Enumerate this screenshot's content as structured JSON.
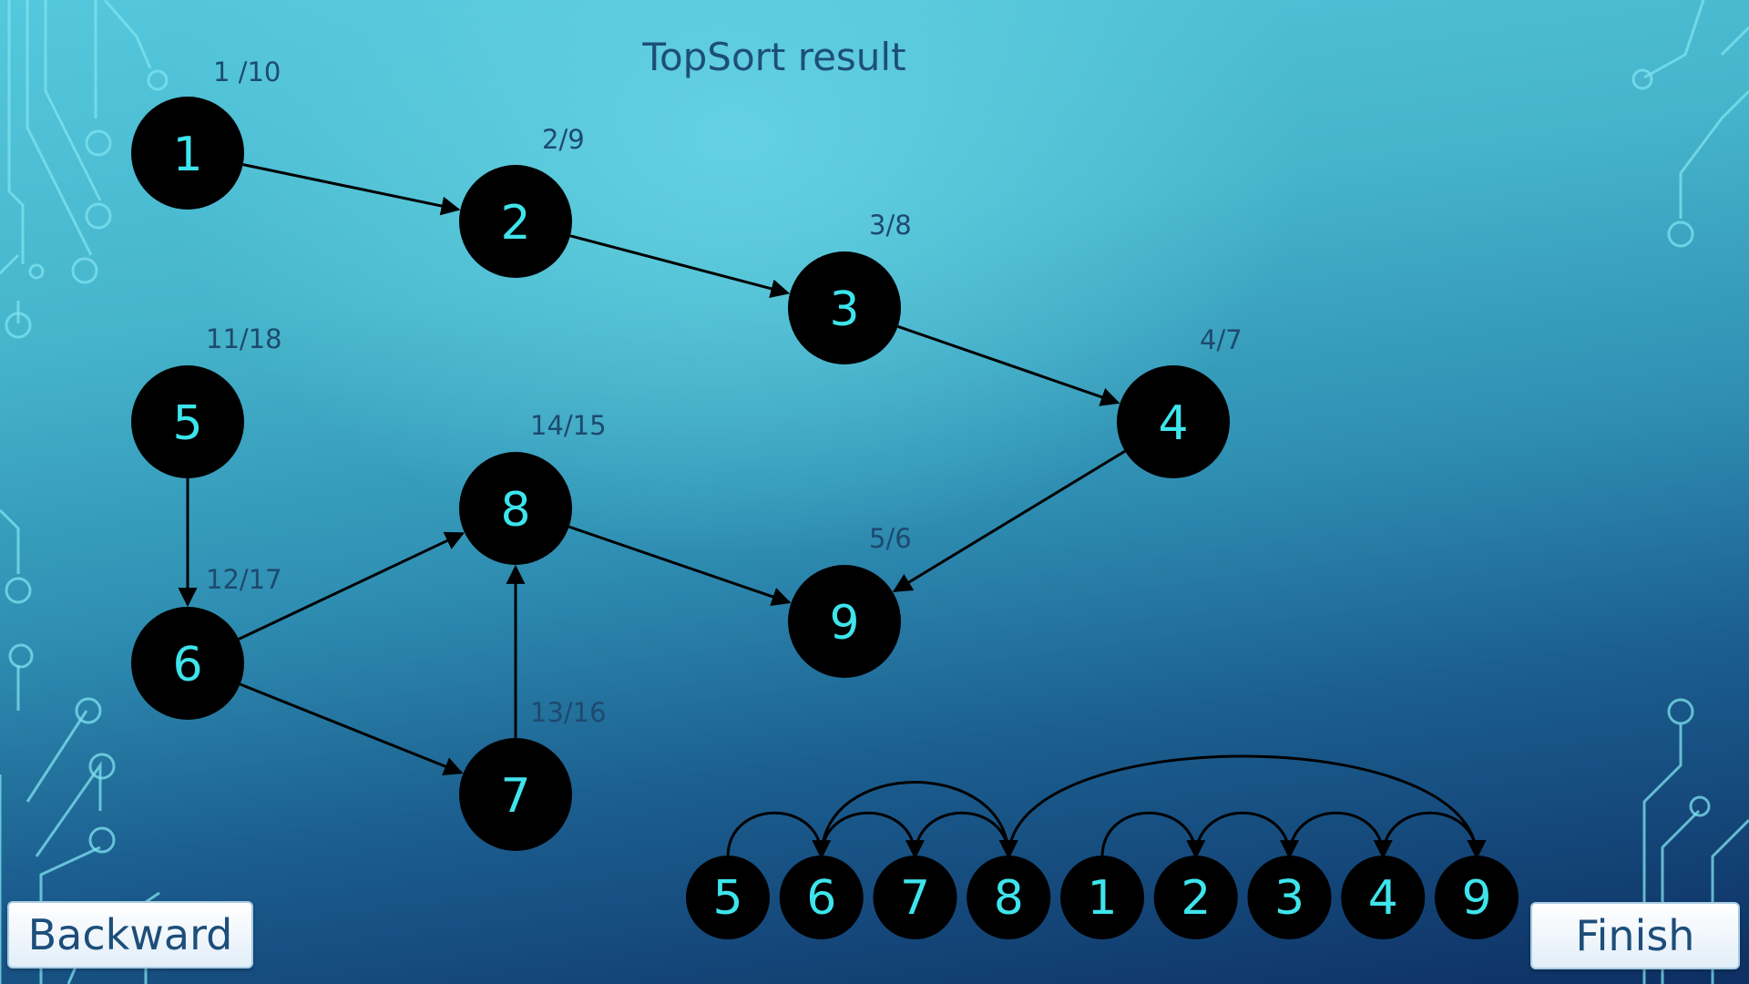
{
  "title": "TopSort result",
  "colors": {
    "node_fill": "#000000",
    "node_text": "#3ee4ec",
    "edge": "#000000",
    "time_label": "#1d4a6e",
    "title": "#1d4e7a",
    "circuit": "#7fe3ef"
  },
  "graph": {
    "nodes": [
      {
        "id": "1",
        "label": "1",
        "times": "1 /10"
      },
      {
        "id": "2",
        "label": "2",
        "times": "2/9"
      },
      {
        "id": "3",
        "label": "3",
        "times": "3/8"
      },
      {
        "id": "4",
        "label": "4",
        "times": "4/7"
      },
      {
        "id": "5",
        "label": "5",
        "times": "11/18"
      },
      {
        "id": "6",
        "label": "6",
        "times": "12/17"
      },
      {
        "id": "7",
        "label": "7",
        "times": "13/16"
      },
      {
        "id": "8",
        "label": "8",
        "times": "14/15"
      },
      {
        "id": "9",
        "label": "9",
        "times": "5/6"
      }
    ],
    "edges": [
      {
        "from": "1",
        "to": "2"
      },
      {
        "from": "2",
        "to": "3"
      },
      {
        "from": "3",
        "to": "4"
      },
      {
        "from": "4",
        "to": "9"
      },
      {
        "from": "5",
        "to": "6"
      },
      {
        "from": "6",
        "to": "8"
      },
      {
        "from": "6",
        "to": "7"
      },
      {
        "from": "7",
        "to": "8"
      },
      {
        "from": "8",
        "to": "9"
      }
    ]
  },
  "topsort": {
    "order": [
      "5",
      "6",
      "7",
      "8",
      "1",
      "2",
      "3",
      "4",
      "9"
    ]
  },
  "buttons": {
    "backward": "Backward",
    "finish": "Finish"
  }
}
